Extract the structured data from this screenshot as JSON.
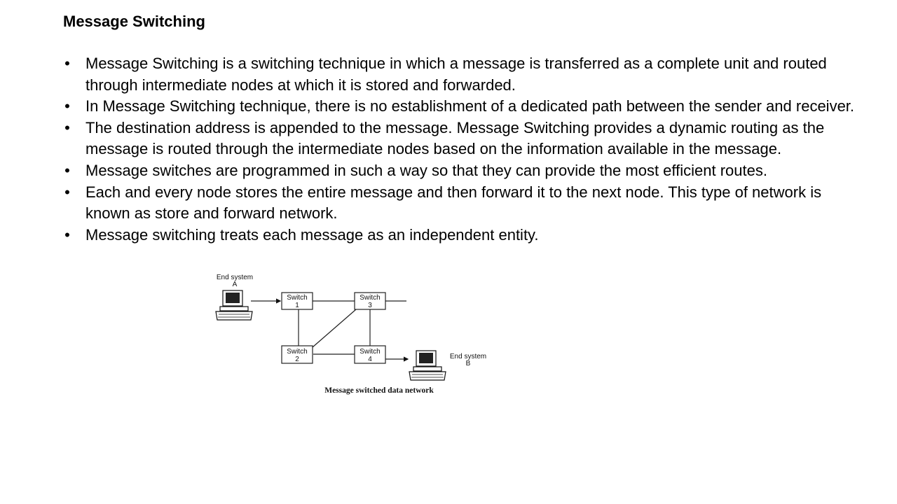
{
  "slide": {
    "title": "Message Switching",
    "bullets": [
      "Message Switching is a switching technique in which a message is transferred as a complete unit and routed through intermediate nodes at which it is stored and forwarded.",
      "In Message Switching technique, there is no establishment of a dedicated path between the sender and receiver.",
      "The destination address is appended to the message. Message Switching provides a dynamic routing as the message is routed through the intermediate nodes based on the information available in the message.",
      "Message switches are programmed in such a way so that they can provide the most efficient routes.",
      "Each and every node stores the entire message and then forward it to the next node. This type of network is known as store and forward network.",
      "Message switching treats each message as an independent entity."
    ],
    "bullet_glyph": "•"
  },
  "diagram": {
    "end_system_a": {
      "label": "End system",
      "id": "A"
    },
    "end_system_b": {
      "label": "End system",
      "id": "B"
    },
    "switches": [
      {
        "label": "Switch",
        "number": "1"
      },
      {
        "label": "Switch",
        "number": "2"
      },
      {
        "label": "Switch",
        "number": "3"
      },
      {
        "label": "Switch",
        "number": "4"
      }
    ],
    "caption": "Message switched data network",
    "edges": [
      [
        "A",
        "1"
      ],
      [
        "1",
        "3"
      ],
      [
        "1",
        "2"
      ],
      [
        "2",
        "3"
      ],
      [
        "2",
        "4"
      ],
      [
        "3",
        "4"
      ],
      [
        "4",
        "B"
      ]
    ]
  }
}
